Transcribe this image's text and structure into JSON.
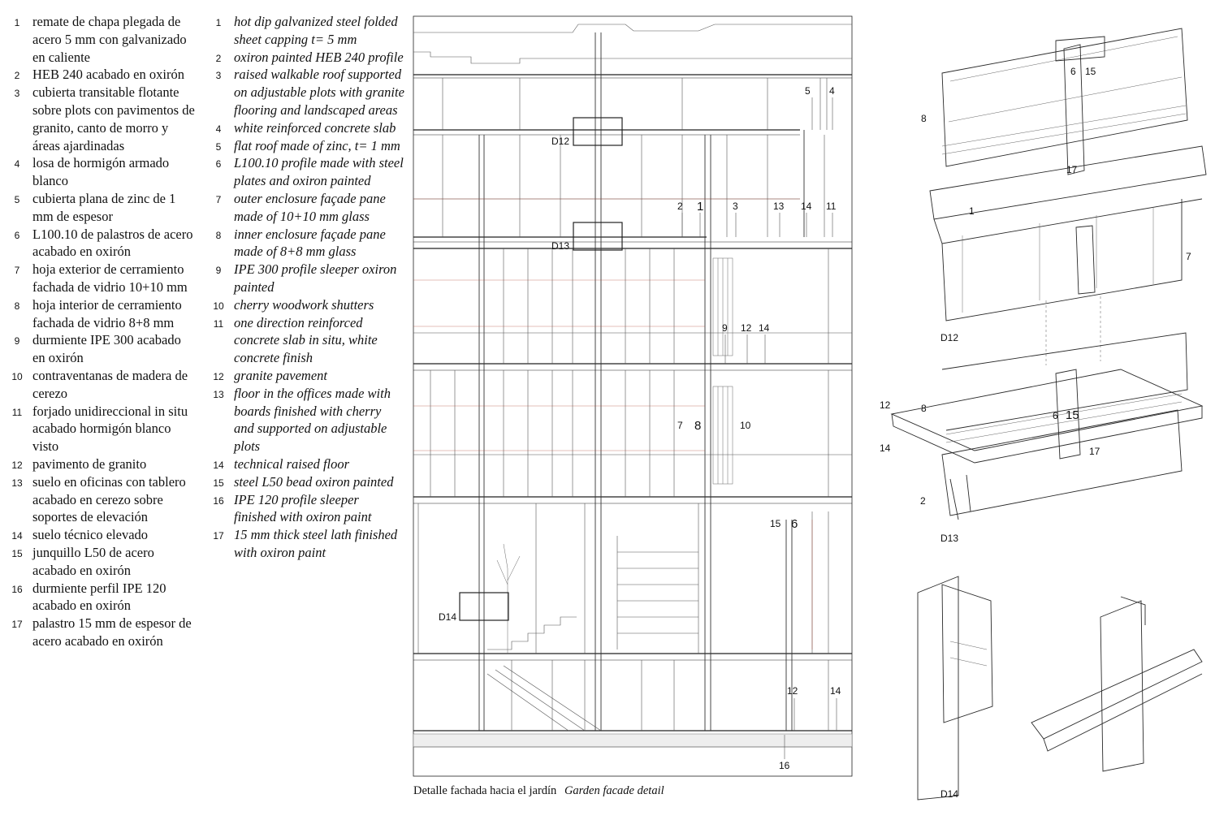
{
  "legend_es": [
    {
      "n": "1",
      "t": "remate de chapa plegada de acero 5 mm con galvanizado en caliente"
    },
    {
      "n": "2",
      "t": "HEB 240 acabado en oxirón"
    },
    {
      "n": "3",
      "t": "cubierta transitable flotante sobre plots con pavimentos de granito, canto de morro y áreas ajardinadas"
    },
    {
      "n": "4",
      "t": "losa de hormigón armado blanco"
    },
    {
      "n": "5",
      "t": "cubierta plana de zinc de 1 mm de espesor"
    },
    {
      "n": "6",
      "t": "L100.10 de palastros de acero acabado en oxirón"
    },
    {
      "n": "7",
      "t": "hoja exterior de cerramiento fachada de vidrio 10+10 mm"
    },
    {
      "n": "8",
      "t": "hoja interior de cerramiento fachada de vidrio 8+8 mm"
    },
    {
      "n": "9",
      "t": "durmiente IPE 300 acabado en oxirón"
    },
    {
      "n": "10",
      "t": "contraventanas de madera de cerezo"
    },
    {
      "n": "11",
      "t": "forjado unidireccional in situ acabado hormigón blanco visto"
    },
    {
      "n": "12",
      "t": "pavimento de granito"
    },
    {
      "n": "13",
      "t": "suelo en oficinas con tablero acabado en cerezo sobre soportes de elevación"
    },
    {
      "n": "14",
      "t": "suelo técnico elevado"
    },
    {
      "n": "15",
      "t": "junquillo L50 de acero acabado en oxirón"
    },
    {
      "n": "16",
      "t": "durmiente perfil IPE 120 acabado en oxirón"
    },
    {
      "n": "17",
      "t": "palastro 15 mm de espesor de acero acabado en oxirón"
    }
  ],
  "legend_en": [
    {
      "n": "1",
      "t": "hot dip galvanized steel folded sheet capping t= 5 mm"
    },
    {
      "n": "2",
      "t": "oxiron painted HEB 240 profile"
    },
    {
      "n": "3",
      "t": "raised walkable roof supported on adjustable plots with granite flooring and landscaped areas"
    },
    {
      "n": "4",
      "t": "white reinforced concrete slab"
    },
    {
      "n": "5",
      "t": "flat roof made of zinc, t= 1 mm"
    },
    {
      "n": "6",
      "t": "L100.10 profile made with steel plates and oxiron painted"
    },
    {
      "n": "7",
      "t": "outer enclosure façade pane made of 10+10 mm glass"
    },
    {
      "n": "8",
      "t": "inner enclosure façade pane made of 8+8 mm glass"
    },
    {
      "n": "9",
      "t": "IPE 300 profile sleeper oxiron painted"
    },
    {
      "n": "10",
      "t": "cherry woodwork shutters"
    },
    {
      "n": "11",
      "t": "one direction reinforced concrete slab in situ, white concrete finish"
    },
    {
      "n": "12",
      "t": "granite pavement"
    },
    {
      "n": "13",
      "t": "floor in the offices made with boards finished with cherry and supported on adjustable plots"
    },
    {
      "n": "14",
      "t": "technical raised floor"
    },
    {
      "n": "15",
      "t": "steel L50 bead oxiron painted"
    },
    {
      "n": "16",
      "t": "IPE 120 profile sleeper finished with oxiron paint"
    },
    {
      "n": "17",
      "t": "15 mm thick steel lath finished with oxiron paint"
    }
  ],
  "caption": {
    "es": "Detalle fachada hacia el jardín",
    "en": "Garden facade detail"
  },
  "section_labels": {
    "d12": "D12",
    "d13": "D13",
    "d14": "D14",
    "n1": "1",
    "n2": "2",
    "n3": "3",
    "n4": "4",
    "n5": "5",
    "n6": "6",
    "n7": "7",
    "n8": "8",
    "n9": "9",
    "n10": "10",
    "n11": "11",
    "n12": "12",
    "n13": "13",
    "n14": "14",
    "n15": "15",
    "n16": "16"
  },
  "axo_labels": {
    "d12": "D12",
    "d13": "D13",
    "d14": "D14",
    "n1": "1",
    "n2": "2",
    "n6": "6",
    "n7": "7",
    "n8": "8",
    "n12": "12",
    "n14": "14",
    "n15": "15",
    "n17": "17"
  }
}
